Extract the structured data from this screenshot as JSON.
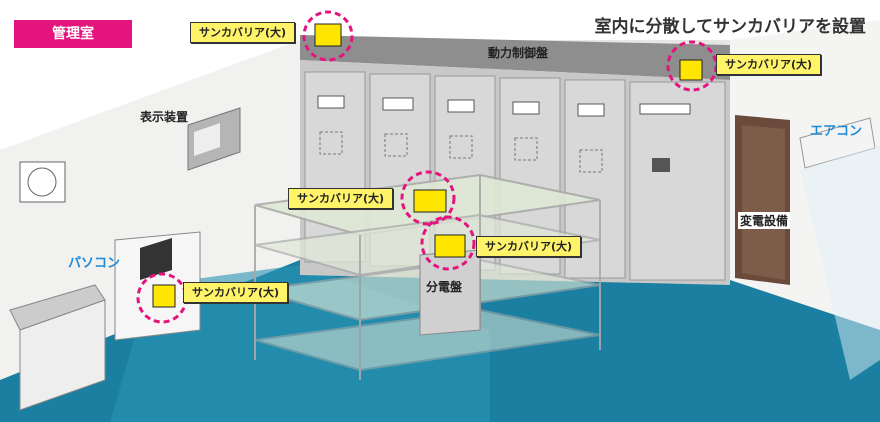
{
  "room_label": "管理室",
  "headline": "室内に分散してサンカバリアを設置",
  "equipment": {
    "control_panel": "動力制御盤",
    "display": "表示装置",
    "aircon": "エアコン",
    "substation": "変電設備",
    "pc": "パソコン",
    "distribution_board": "分電盤"
  },
  "products": [
    {
      "label": "サンカバリア(大)"
    },
    {
      "label": "サンカバリア(大)"
    },
    {
      "label": "サンカバリア(大)"
    },
    {
      "label": "サンカバリア(大)"
    },
    {
      "label": "サンカバリア(大)"
    }
  ],
  "colors": {
    "tag": "#e4137e",
    "floor": "#1a7fa0",
    "product": "#fff36a",
    "circle": "#e4137e",
    "accent_text": "#1d8ad6"
  }
}
